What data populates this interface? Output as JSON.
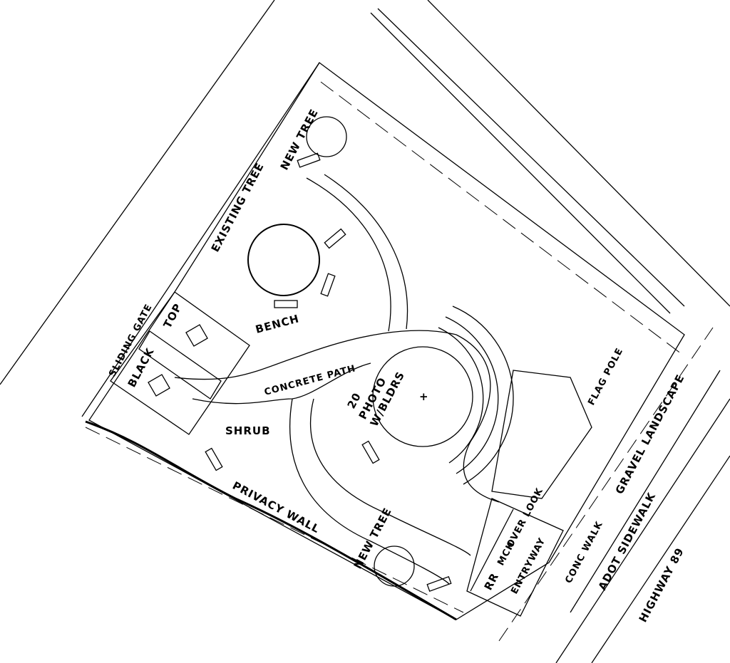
{
  "title": "Park Site Plan",
  "labels": {
    "new_tree_1": "NEW TREE",
    "existing_tree": "EXISTING TREE",
    "bench": "BENCH",
    "sliding_gate": "SLIDING GATE",
    "black": "BLACK",
    "top": "TOP",
    "concrete_path": "CONCRETE PATH",
    "photo_line1": "20",
    "photo_line2": "PHOTO",
    "photo_line3": "W/BLDRS",
    "shrub": "SHRUB",
    "privacy_wall": "PRIVACY WALL",
    "new_tree_2": "NEW TREE",
    "flag_pole": "FLAG POLE",
    "gravel_landscape": "GRAVEL LANDSCAPE",
    "adot_sidewalk": "ADOT SIDEWALK",
    "highway": "HIGHWAY 89",
    "conc_walk": "CONC WALK",
    "over_look": "OVER LOOK",
    "entryway": "ENTRYWAY",
    "rr": "RR",
    "mch": "MCH"
  }
}
